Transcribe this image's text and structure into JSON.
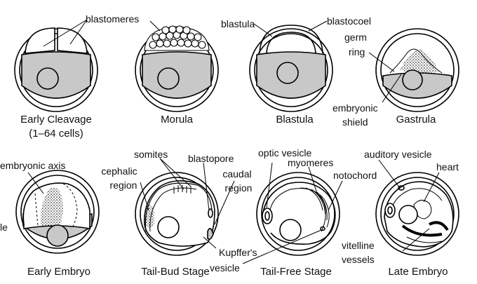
{
  "captions": {
    "early_cleavage": "Early Cleavage",
    "early_cleavage_cells": "(1–64 cells)",
    "morula": "Morula",
    "blastula": "Blastula",
    "gastrula": "Gastrula",
    "early_embryo": "Early Embryo",
    "tail_bud": "Tail-Bud Stage",
    "tail_free": "Tail-Free Stage",
    "late_embryo": "Late Embryo"
  },
  "labels": {
    "blastomeres": "blastomeres",
    "blastula": "blastula",
    "blastocoel": "blastocoel",
    "germ": "germ",
    "ring": "ring",
    "embryonic": "embryonic",
    "shield": "shield",
    "embryonic_axis": "embryonic axis",
    "le_fragment": "le",
    "somites": "somites",
    "blastopore": "blastopore",
    "cephalic": "cephalic",
    "region_1": "region",
    "caudal": "caudal",
    "region_2": "region",
    "kupffers": "Kupffer's",
    "vesicle": "vesicle",
    "optic_vesicle": "optic vesicle",
    "myomeres": "myomeres",
    "notochord": "notochord",
    "auditory_vesicle": "auditory vesicle",
    "heart": "heart",
    "vitelline": "vitelline",
    "vessels": "vessels"
  },
  "colors": {
    "yolk": "#c8c8c8",
    "line": "#000000",
    "background": "#ffffff"
  }
}
